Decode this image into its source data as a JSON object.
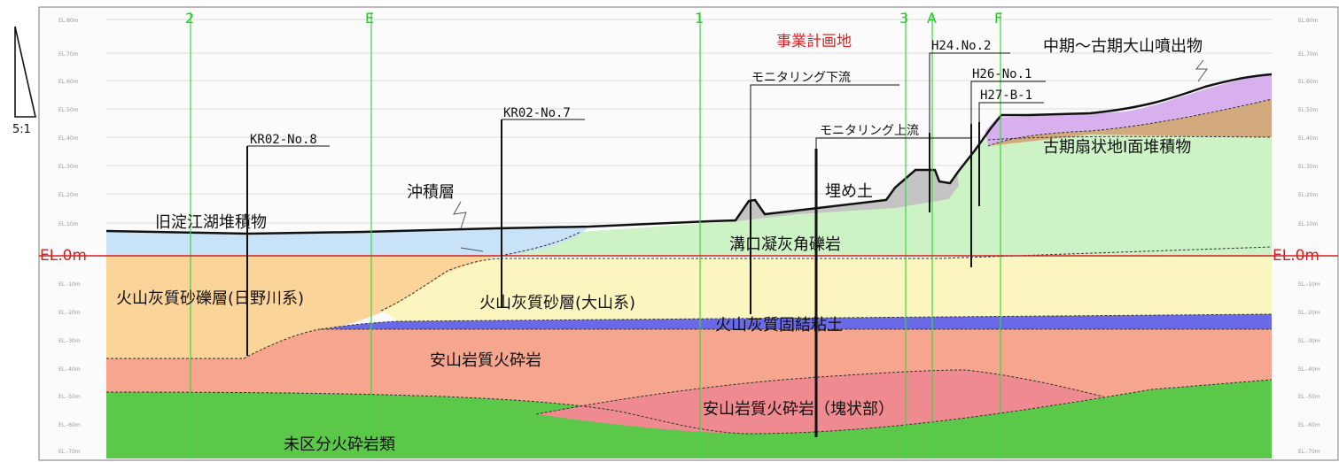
{
  "title": "事業計画地",
  "scale_label": "5:1",
  "datum_label": "EL.0m",
  "grid_lines": [
    "2",
    "E",
    "1",
    "3",
    "A",
    "F"
  ],
  "elevation_ticks": [
    "EL.80m",
    "EL.70m",
    "EL.60m",
    "EL.50m",
    "EL.40m",
    "EL.30m",
    "EL.20m",
    "EL.10m",
    "EL.-10m",
    "EL.-20m",
    "EL.-30m",
    "EL.-40m",
    "EL.-50m",
    "EL.-60m",
    "EL.-70m"
  ],
  "boreholes": [
    {
      "name": "KR02-No.8"
    },
    {
      "name": "KR02-No.7"
    },
    {
      "name": "モニタリング下流"
    },
    {
      "name": "モニタリング上流"
    },
    {
      "name": "H24.No.2"
    },
    {
      "name": "H26-No.1"
    },
    {
      "name": "H27-B-1"
    }
  ],
  "layers": {
    "old_yodoe": "旧淀江湖堆積物",
    "alluvium": "沖積層",
    "fill": "埋め土",
    "mizokuchi": "溝口凝灰角礫岩",
    "hino": "火山灰質砂礫層(日野川系)",
    "daisen_sand": "火山灰質砂層(大山系)",
    "clay": "火山灰質固結粘土",
    "andesite": "安山岩質火砕岩",
    "andesite_block": "安山岩質火砕岩（塊状部）",
    "undiv": "未区分火砕岩類",
    "daisen_eject": "中期～古期大山噴出物",
    "fan": "古期扇状地Ⅰ面堆積物"
  },
  "colors": {
    "undiv": "#5cc84a",
    "andesite": "#f6a58e",
    "andesite_block": "#ee8a90",
    "clay": "#6a6ae8",
    "daisen_sand": "#fbf5bf",
    "hino": "#fbd49a",
    "mizokuchi": "#cdf2c6",
    "old_yodoe": "#c8e2f8",
    "fill": "#c4c4c4",
    "fan": "#d2a97c",
    "daisen_eject": "#d8b0ee",
    "grid": "#3ed63e",
    "datum": "#d42020",
    "title": "#e02020"
  }
}
